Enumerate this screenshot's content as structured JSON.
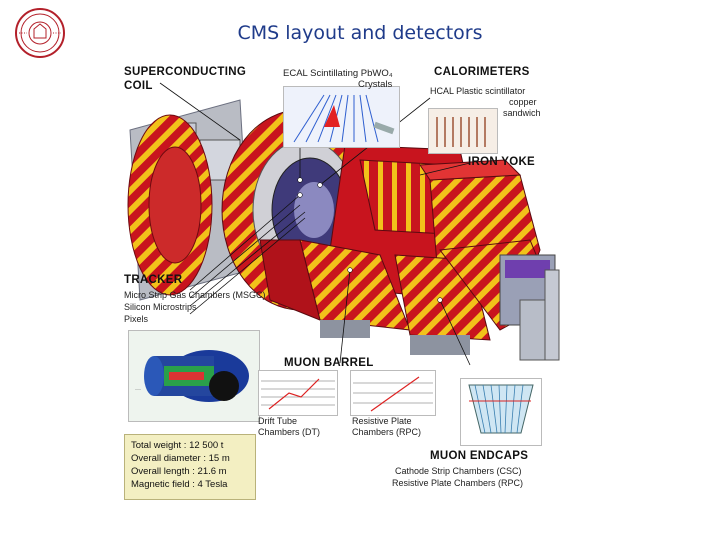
{
  "title": "CMS layout and detectors",
  "labels": {
    "coil_1": "SUPERCONDUCTING",
    "coil_2": "COIL",
    "calorimeters": "CALORIMETERS",
    "iron_yoke": "IRON YOKE",
    "tracker": "TRACKER",
    "muon_barrel": "MUON BARREL",
    "muon_endcaps": "MUON ENDCAPS"
  },
  "ecal": {
    "line1": "ECAL Scintillating PbWO₄",
    "line2": "Crystals"
  },
  "hcal": {
    "line1": "HCAL Plastic scintillator",
    "line2": "copper",
    "line3": "sandwich"
  },
  "tracker_items": [
    "Micro Strip Gas Chambers (MSGC)",
    "Silicon Microstrips",
    "Pixels"
  ],
  "barrel_sub": {
    "dt_1": "Drift Tube",
    "dt_2": "Chambers (DT)",
    "rpc_1": "Resistive Plate",
    "rpc_2": "Chambers (RPC)"
  },
  "endcap_sub": {
    "csc": "Cathode Strip Chambers (CSC)",
    "rpc": "Resistive Plate Chambers (RPC)"
  },
  "stats": [
    "Total weight : 12 500 t",
    "Overall diameter : 15 m",
    "Overall length : 21.6 m",
    "Magnetic field : 4 Tesla"
  ],
  "colors": {
    "title": "#1f3b8a",
    "magnet_red": "#c8141e",
    "magnet_yellow": "#f2c21a",
    "seal_red": "#b3202a"
  }
}
